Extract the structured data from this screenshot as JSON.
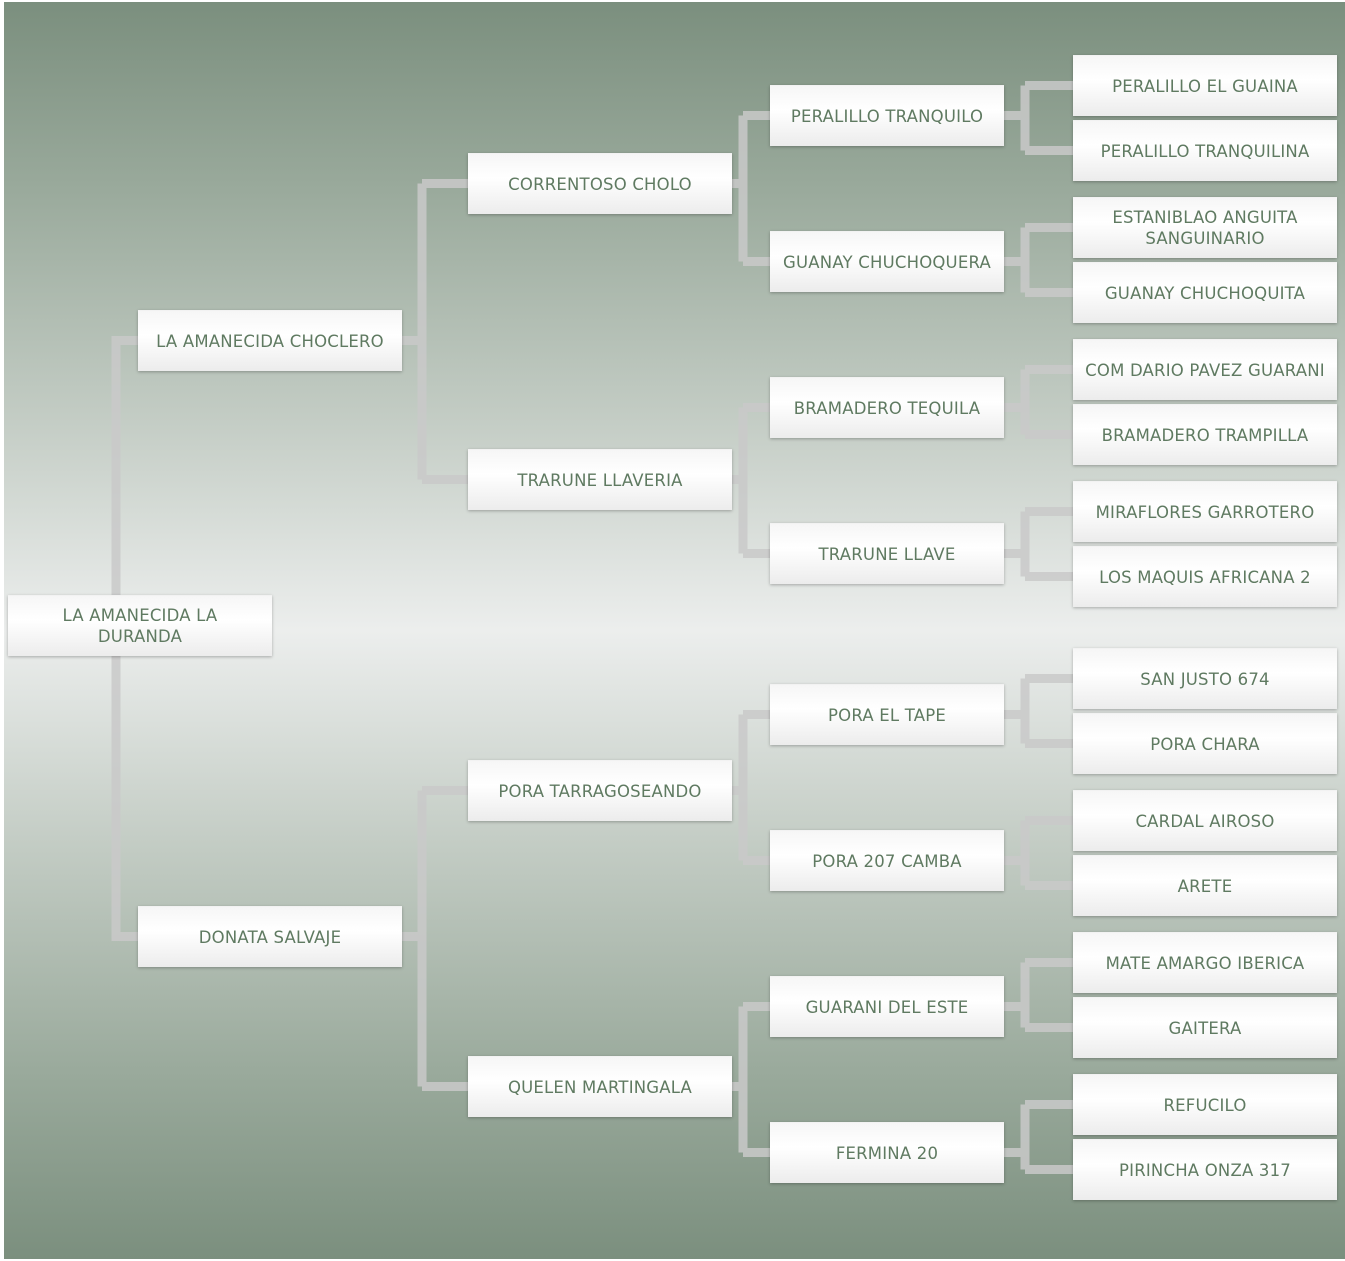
{
  "pedigree": {
    "subject": "LA AMANECIDA LA DURANDA",
    "sire": {
      "name": "LA AMANECIDA CHOCLERO",
      "sire": {
        "name": "CORRENTOSO CHOLO",
        "sire": {
          "name": "PERALILLO TRANQUILO",
          "sire": "PERALILLO EL GUAINA",
          "dam": "PERALILLO TRANQUILINA"
        },
        "dam": {
          "name": "GUANAY CHUCHOQUERA",
          "sire": "ESTANIBLAO ANGUITA SANGUINARIO",
          "dam": "GUANAY CHUCHOQUITA"
        }
      },
      "dam": {
        "name": "TRARUNE LLAVERIA",
        "sire": {
          "name": "BRAMADERO TEQUILA",
          "sire": "COM DARIO PAVEZ GUARANI",
          "dam": "BRAMADERO TRAMPILLA"
        },
        "dam": {
          "name": "TRARUNE LLAVE",
          "sire": "MIRAFLORES GARROTERO",
          "dam": "LOS MAQUIS AFRICANA 2"
        }
      }
    },
    "dam": {
      "name": "DONATA SALVAJE",
      "sire": {
        "name": "PORA TARRAGOSEANDO",
        "sire": {
          "name": "PORA EL TAPE",
          "sire": "SAN JUSTO 674",
          "dam": "PORA CHARA"
        },
        "dam": {
          "name": "PORA 207 CAMBA",
          "sire": "CARDAL AIROSO",
          "dam": "ARETE"
        }
      },
      "dam": {
        "name": "QUELEN MARTINGALA",
        "sire": {
          "name": "GUARANI DEL ESTE",
          "sire": "MATE AMARGO IBERICA",
          "dam": "GAITERA"
        },
        "dam": {
          "name": "FERMINA 20",
          "sire": "REFUCILO",
          "dam": "PIRINCHA ONZA 317"
        }
      }
    }
  },
  "colors": {
    "text": "#5f7a61",
    "connector": "#c9c9c9",
    "background_dark": "#7b8f7e",
    "background_light": "#eceeed",
    "box": "#ffffff"
  }
}
